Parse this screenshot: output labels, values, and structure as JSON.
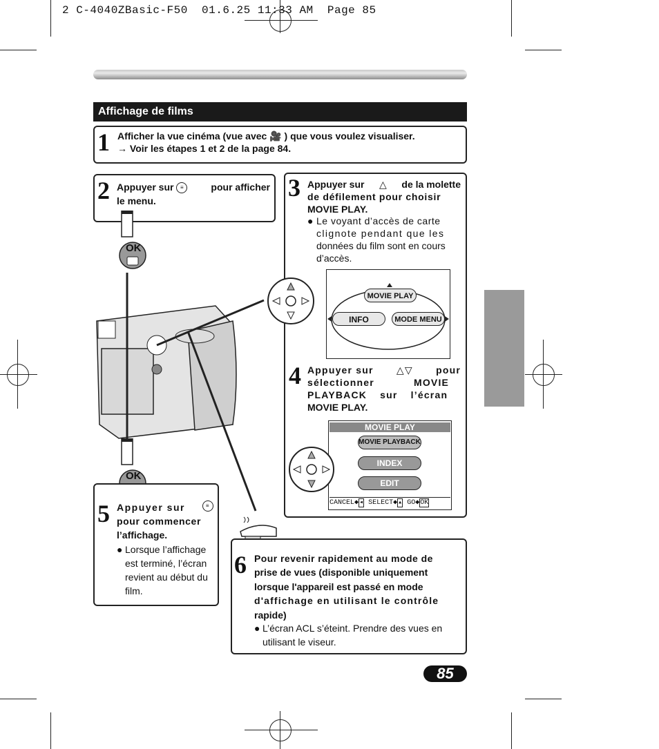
{
  "header": {
    "text": "2 C-4040ZBasic-F50  01.6.25 11:33 AM  Page 85"
  },
  "section": {
    "title": "Affichage de films"
  },
  "step1": {
    "number": "1",
    "line1": "Afficher la vue cinéma (vue avec",
    "line1b": ") que vous voulez visualiser.",
    "line2": "Voir les étapes 1 et 2 de la page 84."
  },
  "step2": {
    "number": "2",
    "text_a": "Appuyer sur",
    "text_b": "pour afficher",
    "text_c": "le menu."
  },
  "step3": {
    "number": "3",
    "text_a": "Appuyer sur",
    "text_b": "de la molette",
    "text_c": "de défilement pour choisir",
    "text_d": "MOVIE PLAY.",
    "bullet_a": "Le voyant d’accès de carte",
    "bullet_b": "clignote pendant que les",
    "bullet_c": "données du film sont en cours",
    "bullet_d": "d’accès."
  },
  "menu1": {
    "top": "MOVIE PLAY",
    "left": "INFO",
    "right": "MODE MENU"
  },
  "step4": {
    "number": "4",
    "text_a": "Appuyer sur",
    "text_b": "pour",
    "text_c": "sélectionner MOVIE",
    "text_d": "PLAYBACK sur l’écran",
    "text_e": "MOVIE PLAY."
  },
  "menu2": {
    "title": "MOVIE PLAY",
    "item1": "MOVIE PLAYBACK",
    "item2": "INDEX",
    "item3": "EDIT",
    "footer_cancel": "CANCEL",
    "footer_select": "SELECT",
    "footer_go": "GO",
    "footer_ok": "OK"
  },
  "step5": {
    "number": "5",
    "text_a": "Appuyer sur",
    "text_b": "pour commencer",
    "text_c": "l’affichage.",
    "bullet_a": "Lorsque l’affichage",
    "bullet_b": "est terminé, l’écran",
    "bullet_c": "revient au début du",
    "bullet_d": "film."
  },
  "step6": {
    "number": "6",
    "line1": "Pour revenir rapidement au mode de",
    "line2": "prise de vues (disponible uniquement",
    "line3": "lorsque l'appareil est passé en mode",
    "line4": "d'affichage en utilisant le contrôle",
    "line5": "rapide)",
    "bullet_a": "L’écran ACL s’éteint. Prendre des vues en",
    "bullet_b": "utilisant le viseur."
  },
  "button": {
    "ok": "OK"
  },
  "page": {
    "number": "85"
  }
}
